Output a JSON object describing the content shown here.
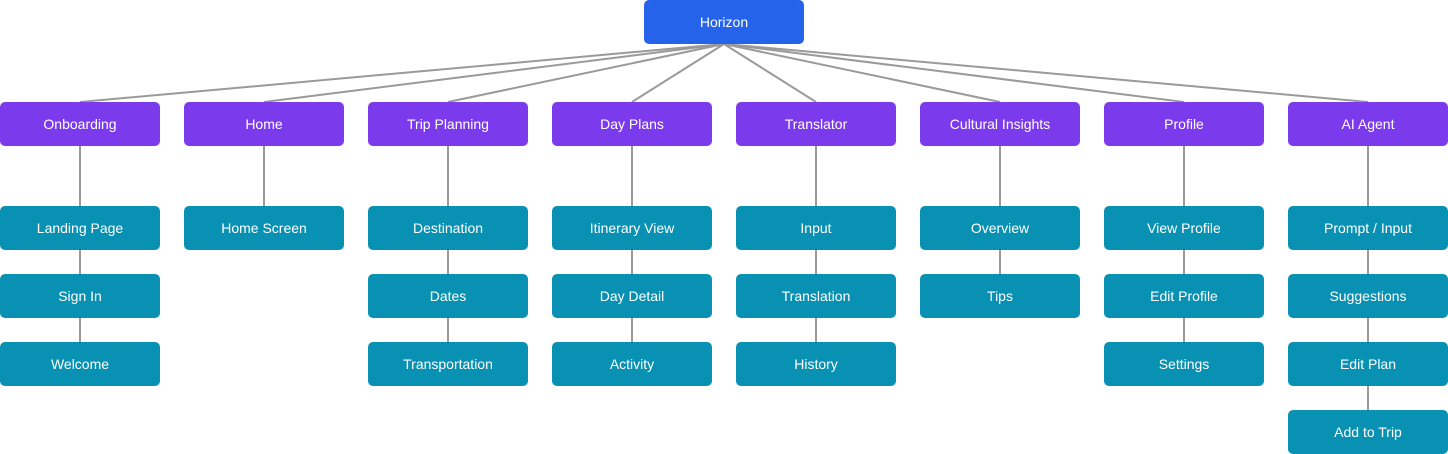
{
  "root": {
    "label": "Horizon",
    "color": "#2563eb"
  },
  "colors": {
    "section": "#7c3aed",
    "screen": "#0891b2",
    "connector": "#9a9a9a"
  },
  "sections": [
    {
      "label": "Onboarding",
      "children": [
        "Landing Page",
        "Sign In",
        "Welcome"
      ]
    },
    {
      "label": "Home",
      "children": [
        "Home Screen"
      ]
    },
    {
      "label": "Trip Planning",
      "children": [
        "Destination",
        "Dates",
        "Transportation"
      ]
    },
    {
      "label": "Day Plans",
      "children": [
        "Itinerary View",
        "Day Detail",
        "Activity"
      ]
    },
    {
      "label": "Translator",
      "children": [
        "Input",
        "Translation",
        "History"
      ]
    },
    {
      "label": "Cultural Insights",
      "children": [
        "Overview",
        "Tips"
      ]
    },
    {
      "label": "Profile",
      "children": [
        "View Profile",
        "Edit Profile",
        "Settings"
      ]
    },
    {
      "label": "AI Agent",
      "children": [
        "Prompt / Input",
        "Suggestions",
        "Edit Plan",
        "Add to Trip"
      ]
    }
  ]
}
